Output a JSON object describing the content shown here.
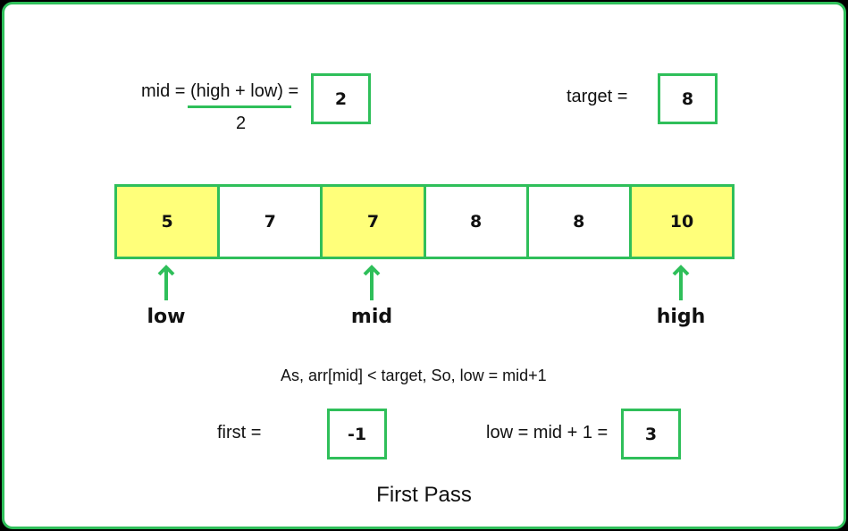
{
  "formula": {
    "numerator": "mid = (high + low) =",
    "denominator": "2",
    "result": "2"
  },
  "target": {
    "label": "target =",
    "value": "8"
  },
  "array": {
    "cells": [
      {
        "value": "5",
        "highlighted": true
      },
      {
        "value": "7",
        "highlighted": false
      },
      {
        "value": "7",
        "highlighted": true
      },
      {
        "value": "8",
        "highlighted": false
      },
      {
        "value": "8",
        "highlighted": false
      },
      {
        "value": "10",
        "highlighted": true
      }
    ]
  },
  "pointers": {
    "low": "low",
    "mid": "mid",
    "high": "high"
  },
  "explanation": "As, arr[mid] < target, So, low = mid+1",
  "first": {
    "label": "first =",
    "value": "-1"
  },
  "low_update": {
    "label": "low = mid + 1 =",
    "value": "3"
  },
  "caption": "First Pass",
  "colors": {
    "accent": "#2fbf5a",
    "highlight": "#ffff7a",
    "background": "#ffffff",
    "page": "#000000"
  }
}
